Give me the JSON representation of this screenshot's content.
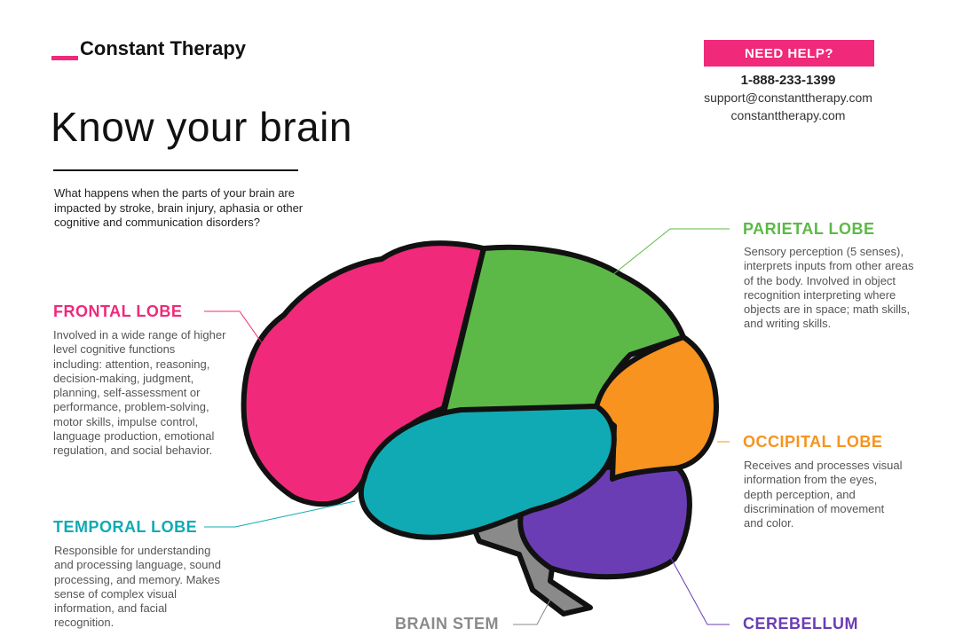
{
  "header": {
    "logo": "Constant Therapy",
    "title": "Know your brain",
    "intro": "What happens when the parts of your brain are impacted by stroke, brain injury, aphasia or other cognitive and communication disorders?"
  },
  "help": {
    "button": "NEED HELP?",
    "phone": "1-888-233-1399",
    "email": "support@constanttherapy.com",
    "website": "constanttherapy.com"
  },
  "lobes": {
    "frontal": {
      "title": "FRONTAL LOBE",
      "text": "Involved in a wide range of higher level cognitive functions including: attention, reasoning, decision-making, judgment, planning, self-assessment or performance, problem-solving, motor skills, impulse control, language production, emotional regulation, and social behavior.",
      "color": "#f0297a"
    },
    "temporal": {
      "title": "TEMPORAL LOBE",
      "text": "Responsible for understanding and processing language, sound processing, and memory. Makes sense of complex visual information, and facial recognition.",
      "color": "#10aab4"
    },
    "parietal": {
      "title": "PARIETAL LOBE",
      "text": "Sensory perception (5 senses), interprets inputs from other areas of the body. Involved in object recognition interpreting where objects are in space; math skills, and writing skills.",
      "color": "#5cb947"
    },
    "occipital": {
      "title": "OCCIPITAL LOBE",
      "text": "Receives and processes visual information from the eyes, depth perception, and discrimination of movement and color.",
      "color": "#f7931e"
    },
    "brainstem": {
      "title": "BRAIN STEM",
      "color": "#8a8a8a"
    },
    "cerebellum": {
      "title": "CEREBELLUM",
      "color": "#6a3db5"
    }
  }
}
